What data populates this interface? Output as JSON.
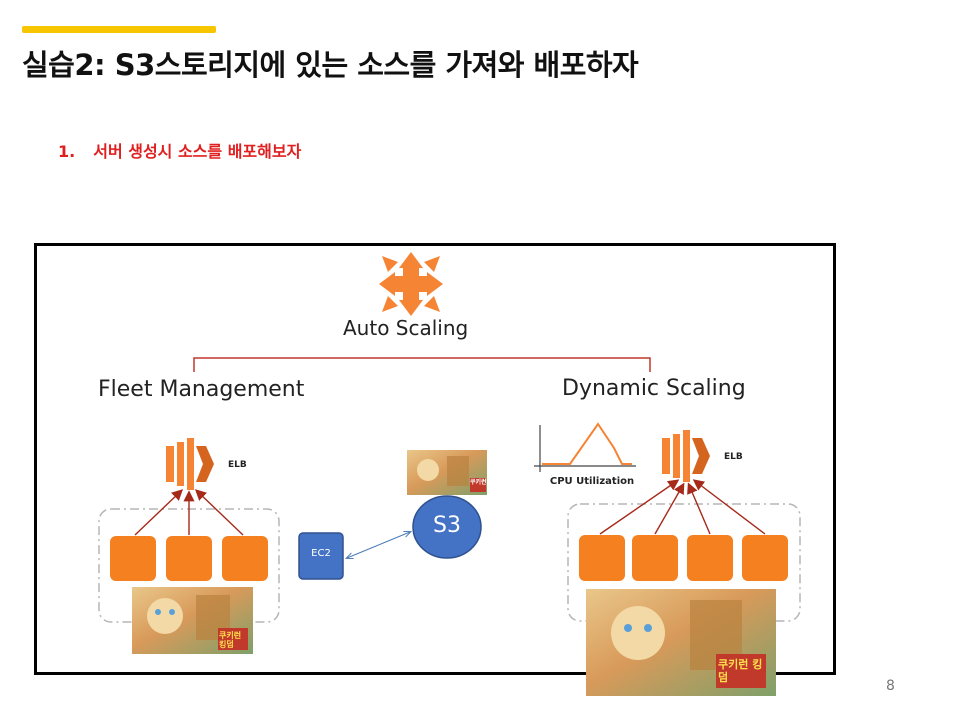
{
  "slide": {
    "title": "실습2: S3스토리지에 있는 소스를 가져와 배포하자",
    "step_number": "1.",
    "step_text": "서버 생성시 소스를 배포해보자",
    "page_number": "8"
  },
  "diagram": {
    "auto_scaling_label": "Auto Scaling",
    "fleet_management_label": "Fleet Management",
    "dynamic_scaling_label": "Dynamic Scaling",
    "elb_left_label": "ELB",
    "elb_right_label": "ELB",
    "cpu_label": "CPU Utilization",
    "ec2_label": "EC2",
    "s3_label": "S3",
    "game_logo_text": "쿠키런 킹덤"
  },
  "colors": {
    "accent": "#f7c600",
    "aws_orange": "#f58534",
    "instance_orange": "#f58020",
    "bracket_red": "#c0392b",
    "ec2_blue": "#4472c4",
    "step_red": "#e02020"
  }
}
